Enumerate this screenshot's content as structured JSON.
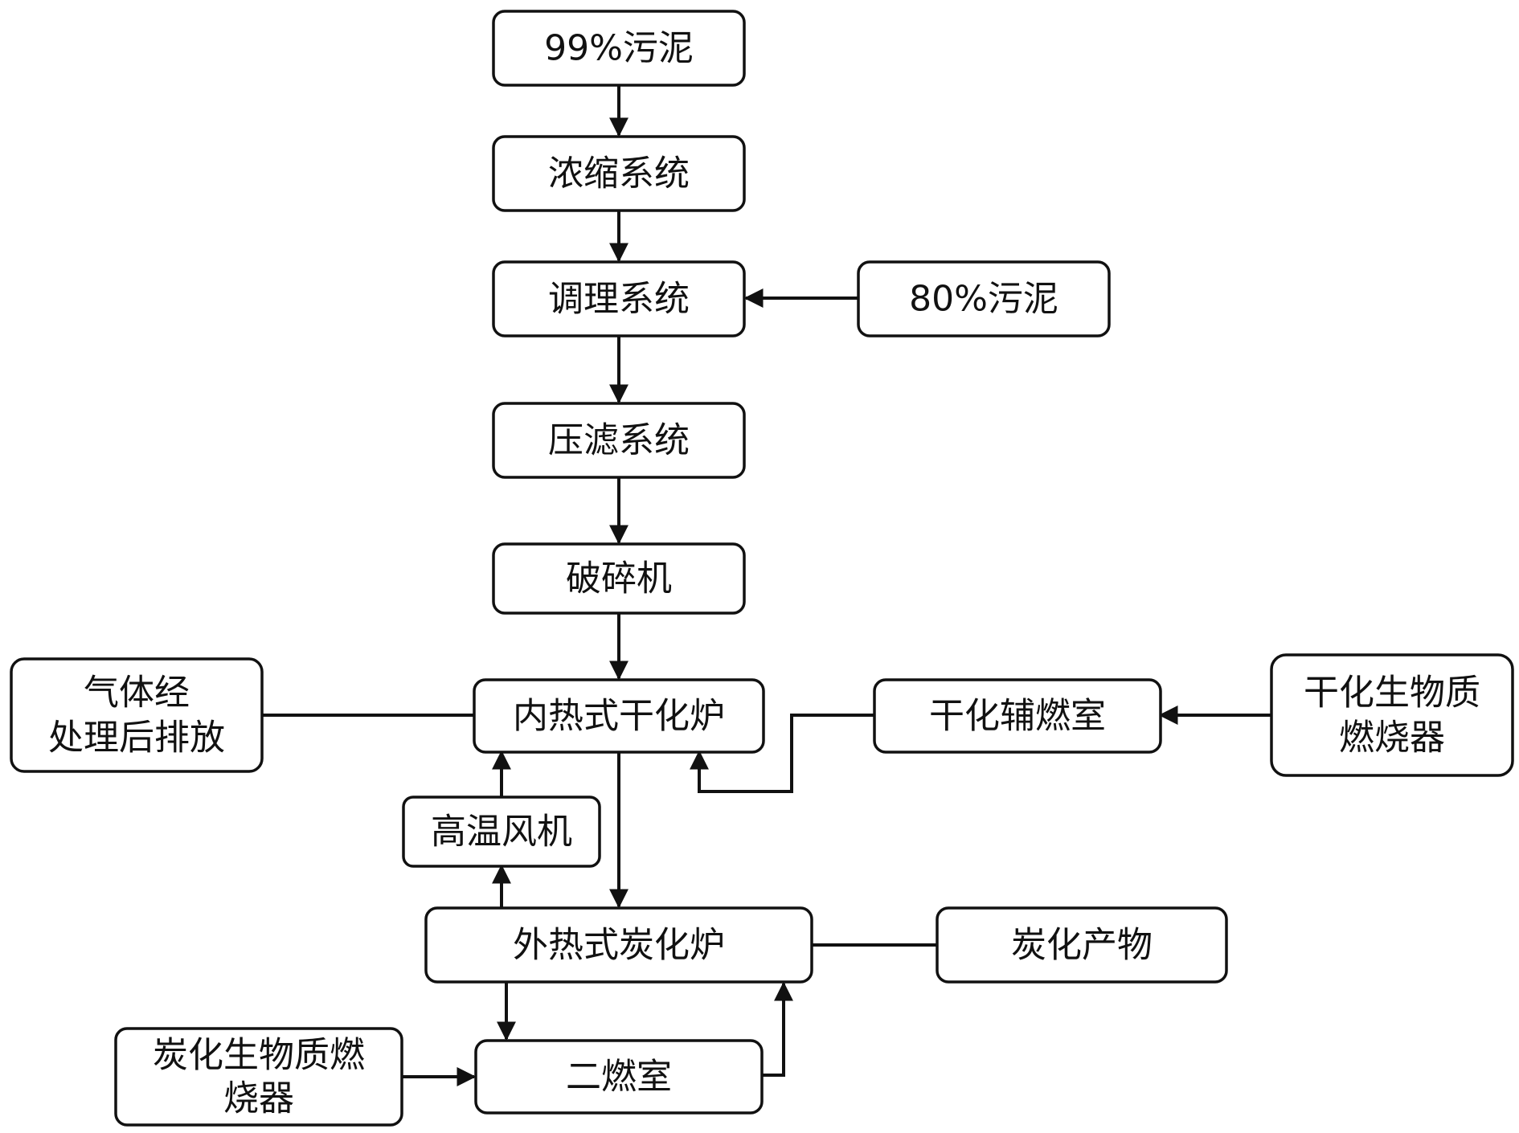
{
  "nodes": {
    "sludge99": [
      "99%污泥"
    ],
    "thicken": [
      "浓缩系统"
    ],
    "condition": [
      "调理系统"
    ],
    "sludge80": [
      "80%污泥"
    ],
    "press": [
      "压滤系统"
    ],
    "crusher": [
      "破碎机"
    ],
    "gas_exhaust": [
      "气体经",
      "处理后排放"
    ],
    "dryer": [
      "内热式干化炉"
    ],
    "aux_chamber": [
      "干化辅燃室"
    ],
    "dry_burner": [
      "干化生物质",
      "燃烧器"
    ],
    "fan": [
      "高温风机"
    ],
    "carbonizer": [
      "外热式炭化炉"
    ],
    "product": [
      "炭化产物"
    ],
    "carb_burner": [
      "炭化生物质燃",
      "烧器"
    ],
    "secondary": [
      "二燃室"
    ]
  }
}
